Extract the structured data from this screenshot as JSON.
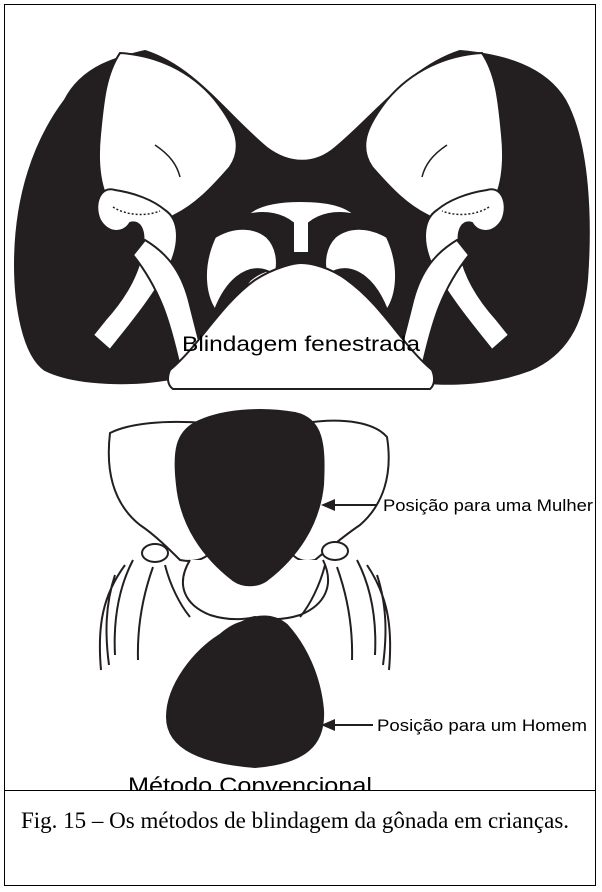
{
  "diagram": {
    "top_label": "Blindagem fenestrada",
    "female_label": "Posição para uma Mulher",
    "male_label": "Posição para um Homem",
    "bottom_label": "Método Convencional"
  },
  "caption": "Fig. 15 – Os métodos de blindagem da gônada em crianças.",
  "colors": {
    "ink": "#231f20",
    "paper": "#ffffff"
  }
}
